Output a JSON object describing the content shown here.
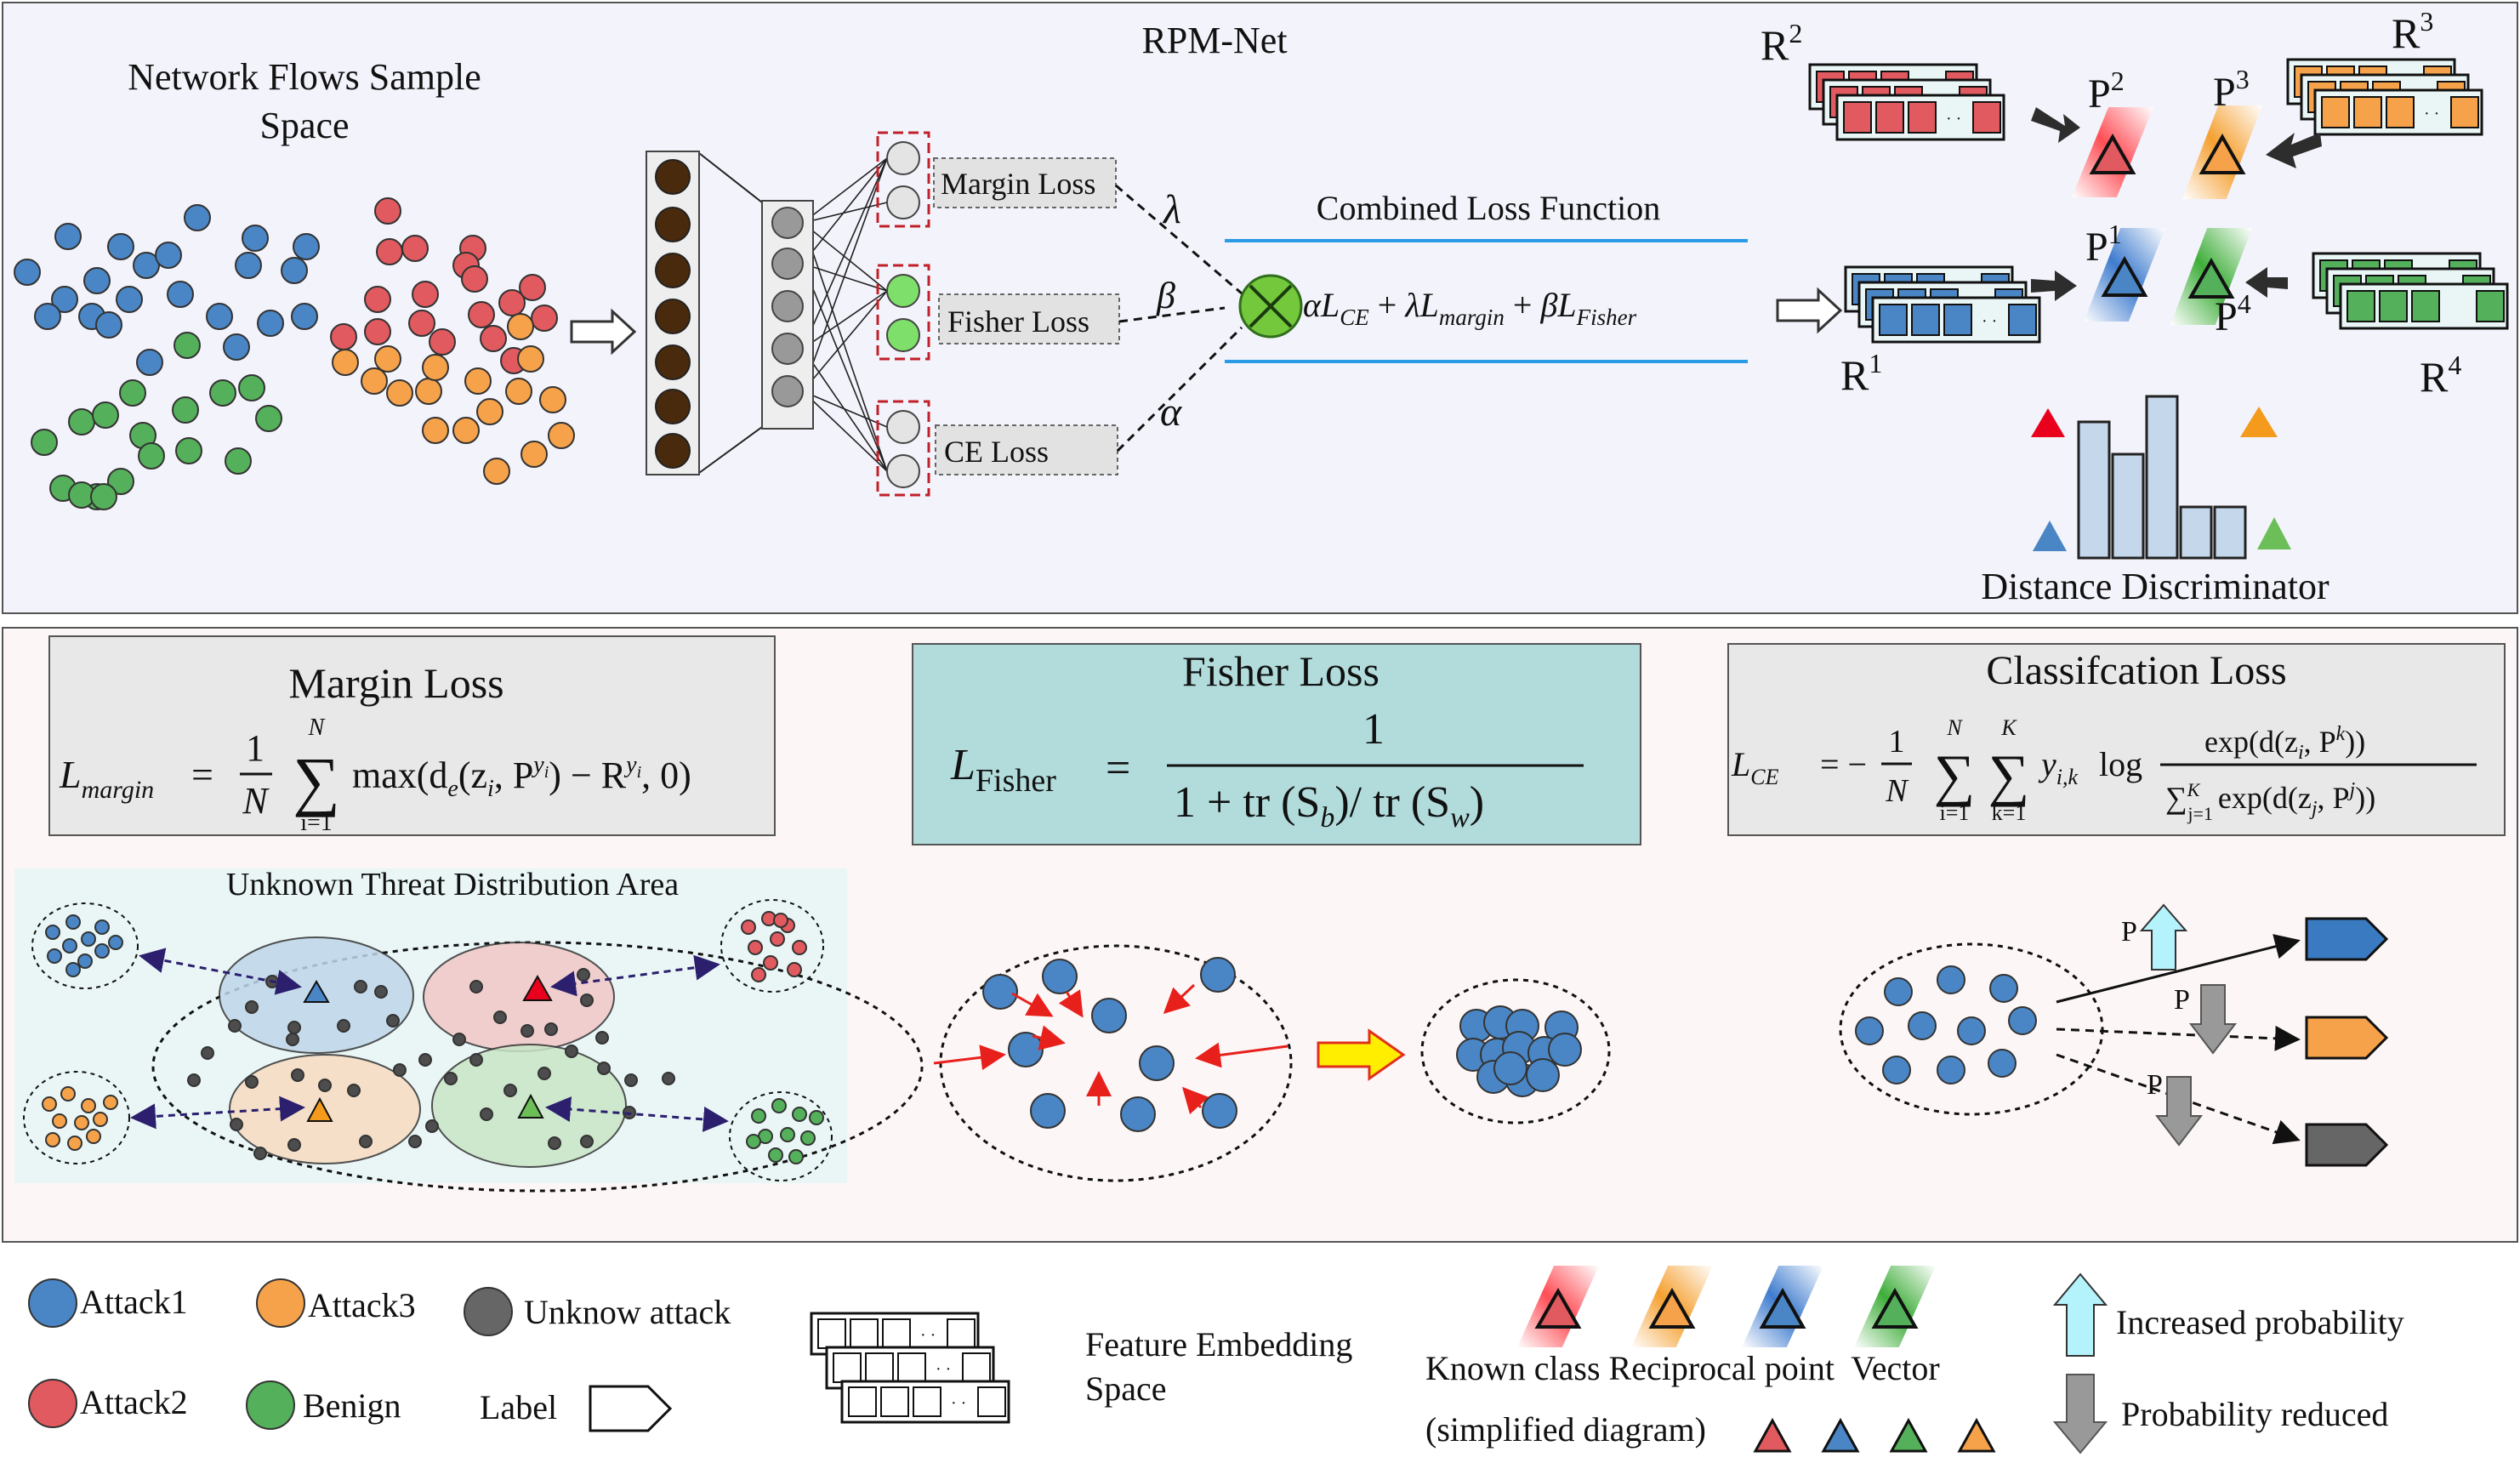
{
  "colors": {
    "attack1": "#4a86c5",
    "attack2": "#e05a5f",
    "attack3": "#f6a24a",
    "benign": "#54b05a",
    "unknown": "#666666",
    "top_bg": "#f3f3fb",
    "fisher_bg": "#b2dcdc",
    "box_grey": "#e8e8e8"
  },
  "top": {
    "sample_space_title_line1": "Network Flows Sample",
    "sample_space_title_line2": "Space",
    "rpm_net_title": "RPM-Net",
    "margin_loss_label": "Margin Loss",
    "fisher_loss_label": "Fisher Loss",
    "ce_loss_label": "CE Loss",
    "lambda_symbol": "λ",
    "beta_symbol": "β",
    "alpha_symbol": "α",
    "combined_title": "Combined Loss Function",
    "combined_formula": {
      "alpha": "α",
      "l1": "L",
      "s1": "CE",
      "plus1": " + ",
      "lambda": "λ",
      "l2": "L",
      "s2": "margin",
      "plus2": " + ",
      "beta": "β",
      "l3": "L",
      "s3": "Fisher"
    },
    "regions": {
      "r1": "R",
      "r1_sup": "1",
      "r2": "R",
      "r2_sup": "2",
      "r3": "R",
      "r3_sup": "3",
      "r4": "R",
      "r4_sup": "4"
    },
    "points": {
      "p1": "P",
      "p1_sup": "1",
      "p2": "P",
      "p2_sup": "2",
      "p3": "P",
      "p3_sup": "3",
      "p4": "P",
      "p4_sup": "4"
    },
    "ellipsis": "· ·",
    "distance_discriminator": "Distance Discriminator"
  },
  "middle": {
    "margin_title": "Margin Loss",
    "margin_formula": {
      "lhs": "L",
      "lhs_sub": "margin",
      "eq": "=",
      "frac_num": "1",
      "frac_den": "N",
      "sum_top": "N",
      "sum_bottom": "i=1",
      "body": "max(d",
      "body_sub_e": "e",
      "body2": "(z",
      "body_sub_i": "i",
      "body3": ", P",
      "body_sup_y": "y",
      "body_sup_i": "i",
      "body4": ") − R",
      "body5": ", 0)"
    },
    "fisher_title": "Fisher Loss",
    "fisher_formula": {
      "lhs": "L",
      "lhs_sub": "Fisher",
      "eq": "=",
      "num": "1",
      "den": "1 + tr (S",
      "den_sub_b": "b",
      "den2": ")/ tr (S",
      "den_sub_w": "w",
      "den3": ")"
    },
    "class_title": "Classifcation Loss",
    "class_formula": {
      "lhs": "L",
      "lhs_sub": "CE",
      "eq": "= −",
      "frac_num": "1",
      "frac_den": "N",
      "sum1_top": "N",
      "sum1_bottom": "i=1",
      "sum2_top": "K",
      "sum2_bottom": "k=1",
      "y": "y",
      "y_sub": "i,k",
      "log": "log",
      "num": "exp(d(z",
      "num_sub": "i",
      "num2": ", P",
      "num_sup": "k",
      "num3": "))",
      "den_sum": "∑",
      "den_sup": "K",
      "den_sub": "j=1",
      "den": "exp(d(z",
      "den_sub_j": "j",
      "den2": ", P",
      "den_sup_j": "j",
      "den3": "))"
    },
    "unknown_area_title": "Unknown Threat Distribution Area",
    "p_label": "P"
  },
  "legend": {
    "attack1": "Attack1",
    "attack2": "Attack2",
    "attack3": "Attack3",
    "benign": "Benign",
    "unknown_attack": "Unknow attack",
    "label": "Label",
    "feature_line1": "Feature Embedding",
    "feature_line2": "Space",
    "known_class_row": "Known class Reciprocal point  Vector",
    "simplified": "(simplified diagram)",
    "increased": "Increased probability",
    "reduced": "Probability reduced"
  }
}
